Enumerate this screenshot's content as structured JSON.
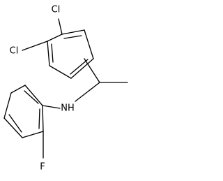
{
  "labels": {
    "cl_top": "Cl",
    "cl_left": "Cl",
    "nh": "NH",
    "f": "F"
  }
}
